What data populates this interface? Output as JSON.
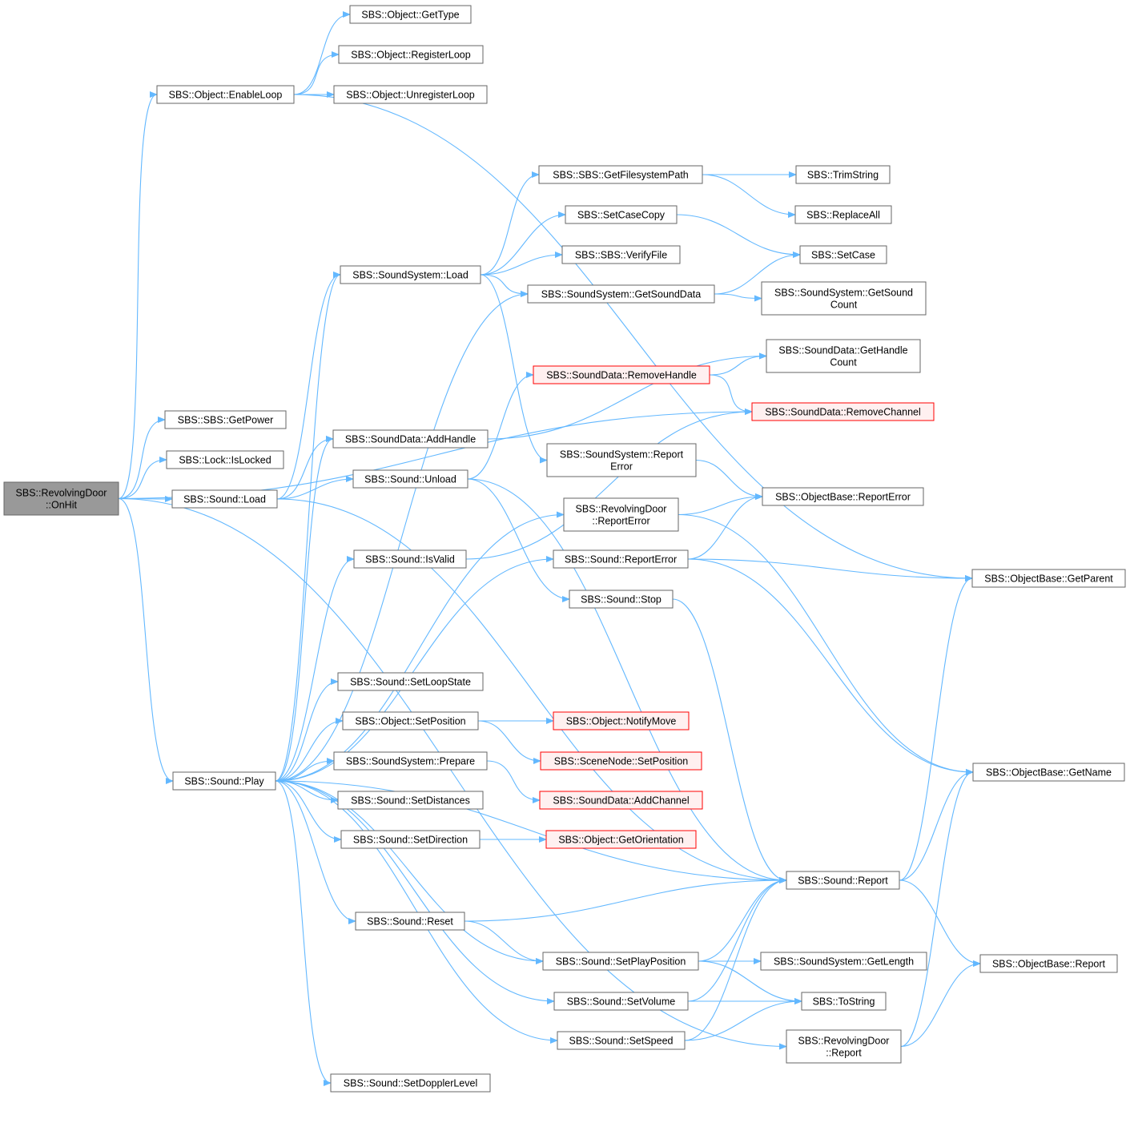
{
  "colors": {
    "edge": "#63b8ff",
    "node_border": "#666666",
    "node_fill": "#ffffff",
    "root_fill": "#999999",
    "root_border": "#666666",
    "truncated_border": "#ff0000",
    "truncated_fill": "#fff0f0"
  },
  "nodes": [
    {
      "id": "onhit",
      "lines": [
        "SBS::RevolvingDoor",
        "::OnHit"
      ],
      "style": "root"
    },
    {
      "id": "enableloop",
      "lines": [
        "SBS::Object::EnableLoop"
      ],
      "style": "normal"
    },
    {
      "id": "gettype",
      "lines": [
        "SBS::Object::GetType"
      ],
      "style": "normal"
    },
    {
      "id": "registerloop",
      "lines": [
        "SBS::Object::RegisterLoop"
      ],
      "style": "normal"
    },
    {
      "id": "unregisterloop",
      "lines": [
        "SBS::Object::UnregisterLoop"
      ],
      "style": "normal"
    },
    {
      "id": "getpower",
      "lines": [
        "SBS::SBS::GetPower"
      ],
      "style": "normal"
    },
    {
      "id": "islocked",
      "lines": [
        "SBS::Lock::IsLocked"
      ],
      "style": "normal"
    },
    {
      "id": "soundload",
      "lines": [
        "SBS::Sound::Load"
      ],
      "style": "normal"
    },
    {
      "id": "soundplay",
      "lines": [
        "SBS::Sound::Play"
      ],
      "style": "normal"
    },
    {
      "id": "sslload",
      "lines": [
        "SBS::SoundSystem::Load"
      ],
      "style": "normal"
    },
    {
      "id": "addhandle",
      "lines": [
        "SBS::SoundData::AddHandle"
      ],
      "style": "normal"
    },
    {
      "id": "unload",
      "lines": [
        "SBS::Sound::Unload"
      ],
      "style": "normal"
    },
    {
      "id": "isvalid",
      "lines": [
        "SBS::Sound::IsValid"
      ],
      "style": "normal"
    },
    {
      "id": "setloopstate",
      "lines": [
        "SBS::Sound::SetLoopState"
      ],
      "style": "normal"
    },
    {
      "id": "objsetposition",
      "lines": [
        "SBS::Object::SetPosition"
      ],
      "style": "normal"
    },
    {
      "id": "prepare",
      "lines": [
        "SBS::SoundSystem::Prepare"
      ],
      "style": "normal"
    },
    {
      "id": "setdistances",
      "lines": [
        "SBS::Sound::SetDistances"
      ],
      "style": "normal"
    },
    {
      "id": "setdirection",
      "lines": [
        "SBS::Sound::SetDirection"
      ],
      "style": "normal"
    },
    {
      "id": "reset",
      "lines": [
        "SBS::Sound::Reset"
      ],
      "style": "normal"
    },
    {
      "id": "setdoppler",
      "lines": [
        "SBS::Sound::SetDopplerLevel"
      ],
      "style": "normal"
    },
    {
      "id": "getfspath",
      "lines": [
        "SBS::SBS::GetFilesystemPath"
      ],
      "style": "normal"
    },
    {
      "id": "setcasecopy",
      "lines": [
        "SBS::SetCaseCopy"
      ],
      "style": "normal"
    },
    {
      "id": "verifyfile",
      "lines": [
        "SBS::SBS::VerifyFile"
      ],
      "style": "normal"
    },
    {
      "id": "getsounddata",
      "lines": [
        "SBS::SoundSystem::GetSoundData"
      ],
      "style": "normal"
    },
    {
      "id": "removehandle",
      "lines": [
        "SBS::SoundData::RemoveHandle"
      ],
      "style": "truncated"
    },
    {
      "id": "ssreporterror",
      "lines": [
        "SBS::SoundSystem::Report",
        "Error"
      ],
      "style": "normal"
    },
    {
      "id": "rdreporterror",
      "lines": [
        "SBS::RevolvingDoor",
        "::ReportError"
      ],
      "style": "normal"
    },
    {
      "id": "soundreporterror",
      "lines": [
        "SBS::Sound::ReportError"
      ],
      "style": "normal"
    },
    {
      "id": "stop",
      "lines": [
        "SBS::Sound::Stop"
      ],
      "style": "normal"
    },
    {
      "id": "notifymove",
      "lines": [
        "SBS::Object::NotifyMove"
      ],
      "style": "truncated"
    },
    {
      "id": "scenesetposition",
      "lines": [
        "SBS::SceneNode::SetPosition"
      ],
      "style": "truncated"
    },
    {
      "id": "addchannel",
      "lines": [
        "SBS::SoundData::AddChannel"
      ],
      "style": "truncated"
    },
    {
      "id": "getorientation",
      "lines": [
        "SBS::Object::GetOrientation"
      ],
      "style": "truncated"
    },
    {
      "id": "setplaypos",
      "lines": [
        "SBS::Sound::SetPlayPosition"
      ],
      "style": "normal"
    },
    {
      "id": "setvolume",
      "lines": [
        "SBS::Sound::SetVolume"
      ],
      "style": "normal"
    },
    {
      "id": "setspeed",
      "lines": [
        "SBS::Sound::SetSpeed"
      ],
      "style": "normal"
    },
    {
      "id": "trimstring",
      "lines": [
        "SBS::TrimString"
      ],
      "style": "normal"
    },
    {
      "id": "replaceall",
      "lines": [
        "SBS::ReplaceAll"
      ],
      "style": "normal"
    },
    {
      "id": "setcase",
      "lines": [
        "SBS::SetCase"
      ],
      "style": "normal"
    },
    {
      "id": "getsoundcount",
      "lines": [
        "SBS::SoundSystem::GetSound",
        "Count"
      ],
      "style": "normal"
    },
    {
      "id": "gethandlecount",
      "lines": [
        "SBS::SoundData::GetHandle",
        "Count"
      ],
      "style": "normal"
    },
    {
      "id": "removechannel",
      "lines": [
        "SBS::SoundData::RemoveChannel"
      ],
      "style": "truncated"
    },
    {
      "id": "objbasereporterror",
      "lines": [
        "SBS::ObjectBase::ReportError"
      ],
      "style": "normal"
    },
    {
      "id": "soundreport",
      "lines": [
        "SBS::Sound::Report"
      ],
      "style": "normal"
    },
    {
      "id": "getlength",
      "lines": [
        "SBS::SoundSystem::GetLength"
      ],
      "style": "normal"
    },
    {
      "id": "tostring",
      "lines": [
        "SBS::ToString"
      ],
      "style": "normal"
    },
    {
      "id": "rdreport",
      "lines": [
        "SBS::RevolvingDoor",
        "::Report"
      ],
      "style": "normal"
    },
    {
      "id": "getparent",
      "lines": [
        "SBS::ObjectBase::GetParent"
      ],
      "style": "normal"
    },
    {
      "id": "getname",
      "lines": [
        "SBS::ObjectBase::GetName"
      ],
      "style": "normal"
    },
    {
      "id": "objbasereport",
      "lines": [
        "SBS::ObjectBase::Report"
      ],
      "style": "normal"
    }
  ],
  "edges": [
    [
      "onhit",
      "enableloop"
    ],
    [
      "onhit",
      "getpower"
    ],
    [
      "onhit",
      "islocked"
    ],
    [
      "onhit",
      "soundload"
    ],
    [
      "onhit",
      "soundplay"
    ],
    [
      "onhit",
      "removechannel"
    ],
    [
      "onhit",
      "rdreport"
    ],
    [
      "enableloop",
      "gettype"
    ],
    [
      "enableloop",
      "registerloop"
    ],
    [
      "enableloop",
      "unregisterloop"
    ],
    [
      "enableloop",
      "getparent"
    ],
    [
      "soundload",
      "sslload"
    ],
    [
      "soundload",
      "addhandle"
    ],
    [
      "soundload",
      "unload"
    ],
    [
      "soundload",
      "soundreport"
    ],
    [
      "sslload",
      "getfspath"
    ],
    [
      "sslload",
      "setcasecopy"
    ],
    [
      "sslload",
      "verifyfile"
    ],
    [
      "sslload",
      "getsounddata"
    ],
    [
      "sslload",
      "ssreporterror"
    ],
    [
      "getfspath",
      "trimstring"
    ],
    [
      "getfspath",
      "replaceall"
    ],
    [
      "setcasecopy",
      "setcase"
    ],
    [
      "getsounddata",
      "setcase"
    ],
    [
      "getsounddata",
      "getsoundcount"
    ],
    [
      "addhandle",
      "gethandlecount"
    ],
    [
      "unload",
      "removehandle"
    ],
    [
      "unload",
      "stop"
    ],
    [
      "unload",
      "soundreport"
    ],
    [
      "removehandle",
      "gethandlecount"
    ],
    [
      "removehandle",
      "removechannel"
    ],
    [
      "isvalid",
      "removechannel"
    ],
    [
      "ssreporterror",
      "objbasereporterror"
    ],
    [
      "rdreporterror",
      "objbasereporterror"
    ],
    [
      "rdreporterror",
      "getname"
    ],
    [
      "soundreporterror",
      "objbasereporterror"
    ],
    [
      "soundreporterror",
      "getparent"
    ],
    [
      "soundreporterror",
      "getname"
    ],
    [
      "stop",
      "soundreport"
    ],
    [
      "soundplay",
      "sslload"
    ],
    [
      "soundplay",
      "getsounddata"
    ],
    [
      "soundplay",
      "addhandle"
    ],
    [
      "soundplay",
      "isvalid"
    ],
    [
      "soundplay",
      "rdreporterror"
    ],
    [
      "soundplay",
      "soundreporterror"
    ],
    [
      "soundplay",
      "setloopstate"
    ],
    [
      "soundplay",
      "objsetposition"
    ],
    [
      "soundplay",
      "prepare"
    ],
    [
      "soundplay",
      "setdistances"
    ],
    [
      "soundplay",
      "setdirection"
    ],
    [
      "soundplay",
      "soundreport"
    ],
    [
      "soundplay",
      "reset"
    ],
    [
      "soundplay",
      "setplaypos"
    ],
    [
      "soundplay",
      "setvolume"
    ],
    [
      "soundplay",
      "setspeed"
    ],
    [
      "soundplay",
      "setdoppler"
    ],
    [
      "objsetposition",
      "notifymove"
    ],
    [
      "objsetposition",
      "scenesetposition"
    ],
    [
      "prepare",
      "addchannel"
    ],
    [
      "setdirection",
      "getorientation"
    ],
    [
      "reset",
      "soundreport"
    ],
    [
      "reset",
      "setplaypos"
    ],
    [
      "setplaypos",
      "soundreport"
    ],
    [
      "setplaypos",
      "getlength"
    ],
    [
      "setplaypos",
      "tostring"
    ],
    [
      "setvolume",
      "soundreport"
    ],
    [
      "setvolume",
      "tostring"
    ],
    [
      "setspeed",
      "soundreport"
    ],
    [
      "setspeed",
      "tostring"
    ],
    [
      "soundreport",
      "getparent"
    ],
    [
      "soundreport",
      "getname"
    ],
    [
      "soundreport",
      "objbasereport"
    ],
    [
      "rdreport",
      "objbasereport"
    ],
    [
      "rdreport",
      "getname"
    ]
  ]
}
